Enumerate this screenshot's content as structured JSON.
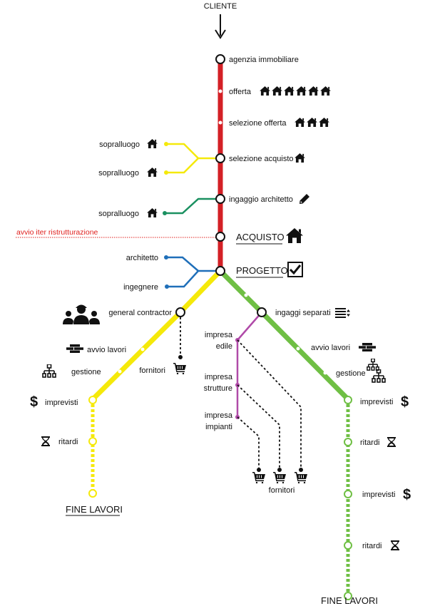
{
  "title": "CLIENTE",
  "colors": {
    "red_line": "#d42026",
    "yellow_line": "#f5e90a",
    "green_line": "#6fbf44",
    "blue_line": "#1f6fb9",
    "teal_line": "#1a9060",
    "purple_line": "#b04aa8"
  },
  "main_line": {
    "stations": [
      {
        "label": "agenzia immobiliare"
      },
      {
        "label": "offerta",
        "icon": "house-icon",
        "icon_count": 6
      },
      {
        "label": "selezione offerta",
        "icon": "house-icon",
        "icon_count": 3
      },
      {
        "label": "selezione acquisto",
        "icon": "house-icon",
        "icon_count": 1
      },
      {
        "label": "ingaggio architetto",
        "icon": "pencil-icon"
      },
      {
        "label": "ACQUISTO",
        "icon": "house-icon"
      },
      {
        "label": "PROGETTO",
        "icon": "checkbox-icon"
      }
    ],
    "side": {
      "sopralluogo_1": "sopralluogo",
      "sopralluogo_2": "sopralluogo",
      "sopralluogo_3": "sopralluogo",
      "architetto": "architetto",
      "ingegnere": "ingegnere",
      "milestone": "avvio iter ristrutturazione"
    }
  },
  "left_branch": {
    "station": "general contractor",
    "avvio_lavori": "avvio lavori",
    "gestione": "gestione",
    "imprevisti": "imprevisti",
    "ritardi": "ritardi",
    "fornitori": "fornitori",
    "end": "FINE LAVORI"
  },
  "right_branch": {
    "station": "ingaggi separati",
    "avvio_lavori": "avvio lavori",
    "gestione": "gestione",
    "imprevisti_1": "imprevisti",
    "ritardi_1": "ritardi",
    "imprevisti_2": "imprevisti",
    "ritardi_2": "ritardi",
    "end": "FINE LAVORI",
    "companies": [
      {
        "line1": "impresa",
        "line2": "edile"
      },
      {
        "line1": "impresa",
        "line2": "strutture"
      },
      {
        "line1": "impresa",
        "line2": "impianti"
      }
    ],
    "fornitori": "fornitori"
  },
  "currency_symbol": "$"
}
